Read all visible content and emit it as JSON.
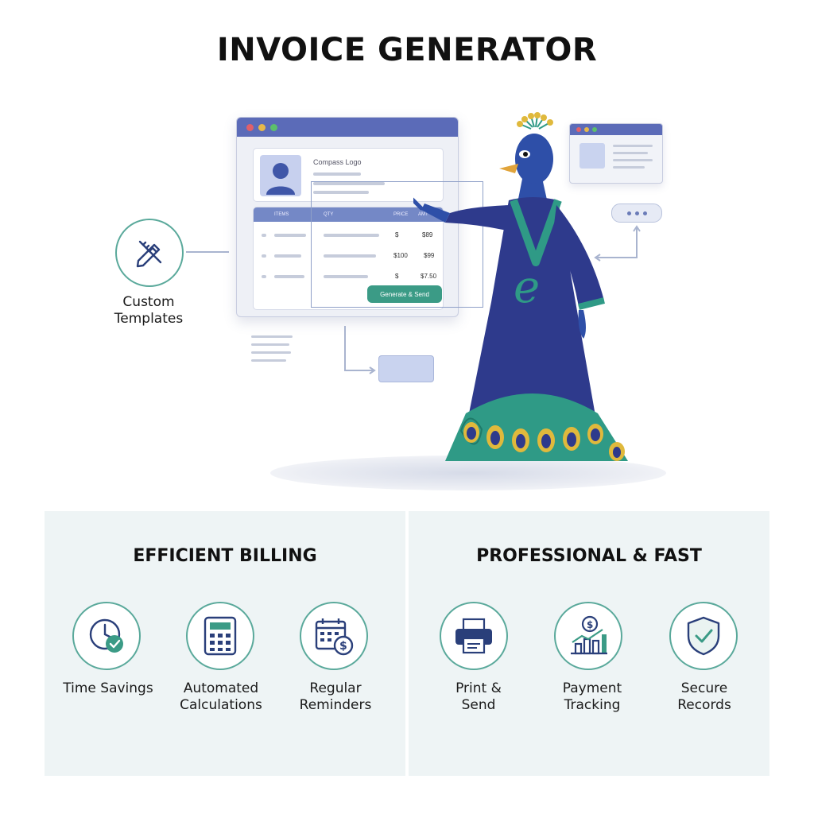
{
  "title": "INVOICE GENERATOR",
  "mockup": {
    "logo_label": "Compass Logo",
    "columns": [
      "ITEMS",
      "QTY",
      "PRICE",
      "AMT"
    ],
    "rows": [
      {
        "qty": "$",
        "amt": "$89"
      },
      {
        "qty": "$100",
        "amt": "$99"
      },
      {
        "qty": "$",
        "amt": "$7.50"
      }
    ],
    "generate_button": "Generate & Send"
  },
  "custom_templates": {
    "label_line1": "Custom",
    "label_line2": "Templates",
    "icon": "pencil-ruler-icon"
  },
  "sections": [
    {
      "title": "EFFICIENT BILLING",
      "features": [
        {
          "line1": "Time Savings",
          "line2": "",
          "icon": "clock-check-icon"
        },
        {
          "line1": "Automated",
          "line2": "Calculations",
          "icon": "calculator-icon"
        },
        {
          "line1": "Regular",
          "line2": "Reminders",
          "icon": "calendar-dollar-icon"
        }
      ]
    },
    {
      "title": "PROFESSIONAL & FAST",
      "features": [
        {
          "line1": "Print &",
          "line2": "Send",
          "icon": "printer-icon"
        },
        {
          "line1": "Payment",
          "line2": "Tracking",
          "icon": "chart-dollar-icon"
        },
        {
          "line1": "Secure",
          "line2": "Records",
          "icon": "shield-check-icon"
        }
      ]
    }
  ],
  "colors": {
    "accent_teal": "#3b9b86",
    "window_bar": "#5b6bb8",
    "peacock_robe": "#2e3a8c",
    "peacock_trim": "#2f9a86"
  }
}
